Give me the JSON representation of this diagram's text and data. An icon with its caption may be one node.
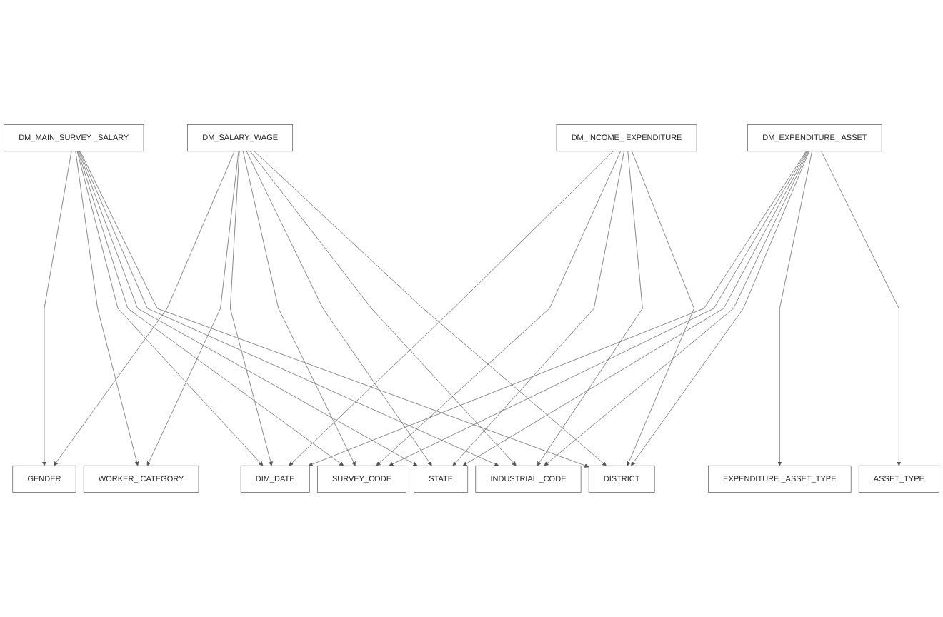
{
  "diagram": {
    "nodes": [
      {
        "text": [
          "GENDER"
        ]
      },
      {
        "text": [
          "WORKER_ CATEGORY"
        ]
      },
      {
        "text": [
          "DM_MAIN_SURVEY _SALARY"
        ]
      },
      {
        "text": [
          "DM_SALARY_WAGE"
        ]
      },
      {
        "text": [
          "DIM_DATE"
        ]
      },
      {
        "text": [
          "SURVEY_CODE"
        ]
      },
      {
        "text": [
          "STATE"
        ]
      },
      {
        "text": [
          "INDUSTRIAL _CODE"
        ]
      },
      {
        "text": [
          "DISTRICT"
        ]
      },
      {
        "text": [
          "DM_EXPENDITURE_ ASSET"
        ]
      },
      {
        "text": [
          "DM_INCOME_ EXPENDITURE"
        ]
      },
      {
        "text": [
          "EXPENDITURE _ASSET_TYPE"
        ]
      },
      {
        "text": [
          "ASSET_TYPE"
        ]
      }
    ],
    "edges": [
      {
        "from": 2,
        "to": 0,
        "arrow": "to"
      },
      {
        "from": 2,
        "to": 1,
        "arrow": "to"
      },
      {
        "from": 3,
        "to": 0,
        "arrow": "to"
      },
      {
        "from": 3,
        "to": 1,
        "arrow": "to"
      },
      {
        "from": 2,
        "to": 4,
        "arrow": "to"
      },
      {
        "from": 2,
        "to": 5,
        "arrow": "to"
      },
      {
        "from": 2,
        "to": 6,
        "arrow": "to"
      },
      {
        "from": 2,
        "to": 7,
        "arrow": "to"
      },
      {
        "from": 2,
        "to": 8,
        "arrow": "to"
      },
      {
        "from": 3,
        "to": 4,
        "arrow": "to"
      },
      {
        "from": 3,
        "to": 5,
        "arrow": "to"
      },
      {
        "from": 3,
        "to": 6,
        "arrow": "to"
      },
      {
        "from": 3,
        "to": 7,
        "arrow": "to"
      },
      {
        "from": 3,
        "to": 8,
        "arrow": "to"
      },
      {
        "from": 9,
        "to": 4,
        "arrow": "to"
      },
      {
        "from": 9,
        "to": 5,
        "arrow": "to"
      },
      {
        "from": 9,
        "to": 6,
        "arrow": "to"
      },
      {
        "from": 9,
        "to": 7,
        "arrow": "to"
      },
      {
        "from": 9,
        "to": 8,
        "arrow": "to"
      },
      {
        "from": 10,
        "to": 4,
        "arrow": "to"
      },
      {
        "from": 10,
        "to": 5,
        "arrow": "to"
      },
      {
        "from": 10,
        "to": 6,
        "arrow": "to"
      },
      {
        "from": 10,
        "to": 7,
        "arrow": "to"
      },
      {
        "from": 10,
        "to": 8,
        "arrow": "to"
      },
      {
        "from": 9,
        "to": 11,
        "arrow": "to"
      },
      {
        "from": 9,
        "to": 12,
        "arrow": "to"
      }
    ]
  }
}
